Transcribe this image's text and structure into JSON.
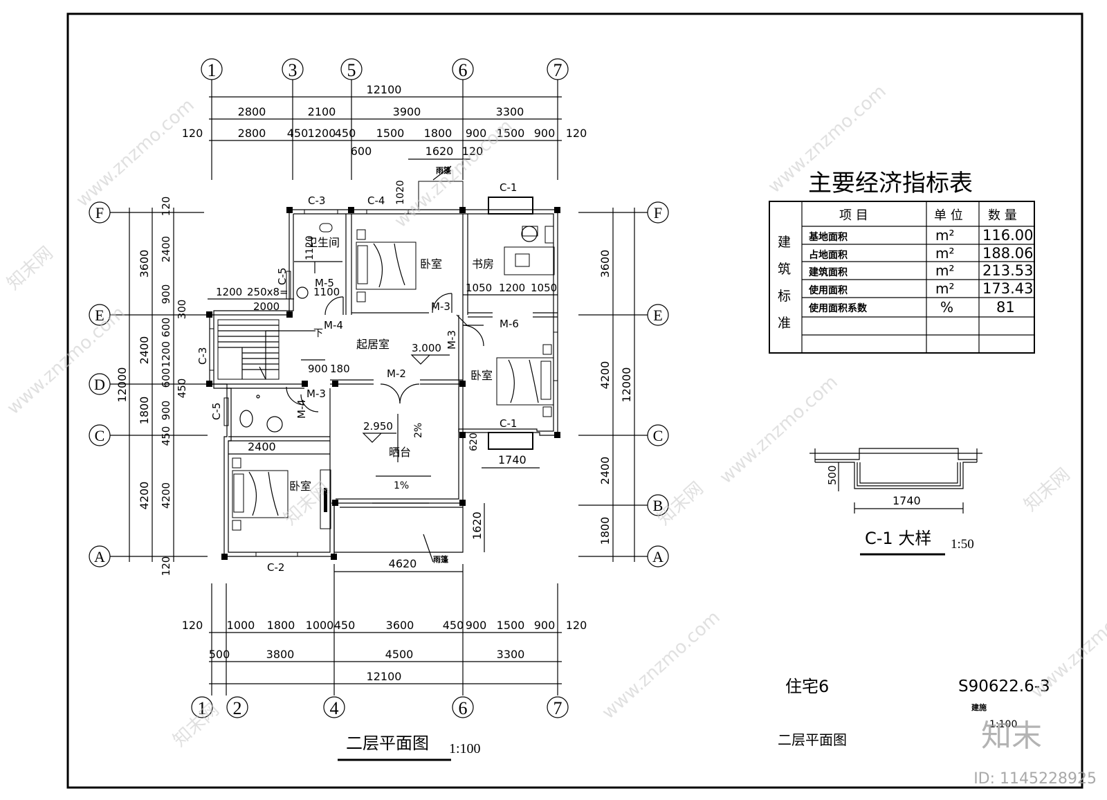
{
  "axes_top": [
    "1",
    "3",
    "5",
    "6",
    "7"
  ],
  "axes_bottom": [
    "1",
    "2",
    "4",
    "6",
    "7"
  ],
  "axes_rows": [
    "F",
    "E",
    "D",
    "C",
    "B",
    "A"
  ],
  "dims_top": {
    "total": "12100",
    "row2": [
      "2800",
      "2100",
      "3900",
      "3300"
    ],
    "row3": [
      "120",
      "2800",
      "450",
      "1200",
      "450",
      "1500",
      "1800",
      "900",
      "1500",
      "900",
      "120"
    ],
    "row4": [
      "600",
      "1620",
      "120"
    ]
  },
  "dims_bottom": {
    "row1": [
      "120",
      "1000",
      "1800",
      "1000",
      "450",
      "3600",
      "450",
      "900",
      "1500",
      "900",
      "120"
    ],
    "row2": [
      "500",
      "3800",
      "4500",
      "3300"
    ],
    "total": "12100"
  },
  "dims_left": {
    "outer": [
      "3600",
      "2400",
      "1800",
      "4200"
    ],
    "total": "12000",
    "inner": [
      "120",
      "2400",
      "900",
      "300",
      "600",
      "1200",
      "600",
      "450",
      "900",
      "450",
      "4200",
      "120"
    ]
  },
  "dims_right": {
    "outer": [
      "3600",
      "4200",
      "2400",
      "1800"
    ],
    "total": "12000"
  },
  "rooms": {
    "bath": "卫生间",
    "bedroom_n": "卧室",
    "study": "书房",
    "living": "起居室",
    "bedroom_e": "卧室",
    "balcony": "晒台",
    "bedroom_sw": "卧室"
  },
  "labels": {
    "c3_top": "C-3",
    "c4": "C-4",
    "c1_top": "C-1",
    "c1_mid": "C-1",
    "c2": "C-2",
    "c3_left": "C-3",
    "c5_top": "C-5",
    "c5_bot": "C-5",
    "m5": "M-5",
    "m4_top": "M-4",
    "m4_bot": "M-4",
    "m3_a": "M-3",
    "m3_b": "M-3",
    "m3_c": "M-3",
    "m6": "M-6",
    "m2": "M-2",
    "canopy_top": "雨篷",
    "canopy_bot": "雨篷",
    "down": "下",
    "elev_living": "3.000",
    "elev_balcony": "2.950",
    "slope_2": "2%",
    "slope_1": "1%",
    "d1020": "1020",
    "d1200": "1200",
    "d250x8": "250x8=",
    "d2000": "2000",
    "d1100": "1100",
    "d1120": "1120",
    "d900": "900",
    "d180": "180",
    "d2400": "2400",
    "d1050a": "1050",
    "d1200b": "1200",
    "d1050b": "1050",
    "d620": "620",
    "d1740": "1740",
    "d1620": "1620",
    "d4620": "4620"
  },
  "table": {
    "title": "主要经济指标表",
    "headers": [
      "项 目",
      "单 位",
      "数 量"
    ],
    "side_label": [
      "建",
      "筑",
      "标",
      "准"
    ],
    "rows": [
      {
        "item": "基地面积",
        "unit": "m²",
        "value": "116.00"
      },
      {
        "item": "占地面积",
        "unit": "m²",
        "value": "188.06"
      },
      {
        "item": "建筑面积",
        "unit": "m²",
        "value": "213.53"
      },
      {
        "item": "使用面积",
        "unit": "m²",
        "value": "173.43"
      },
      {
        "item": "使用面积系数",
        "unit": "%",
        "value": "81"
      }
    ]
  },
  "detail": {
    "dim_500": "500",
    "dim_1740": "1740",
    "title": "C-1 大样",
    "scale": "1:50"
  },
  "plan_title": "二层平面图",
  "plan_scale": "1:100",
  "title_block": {
    "project": "住宅6",
    "code": "S90622.6-3",
    "sheet_name": "二层平面图",
    "small_a": "建施",
    "small_b": "1:100"
  },
  "watermark": {
    "text": "www.znzmo.com",
    "brand": "知末网",
    "logo": "知末",
    "id": "ID: 1145228925"
  }
}
